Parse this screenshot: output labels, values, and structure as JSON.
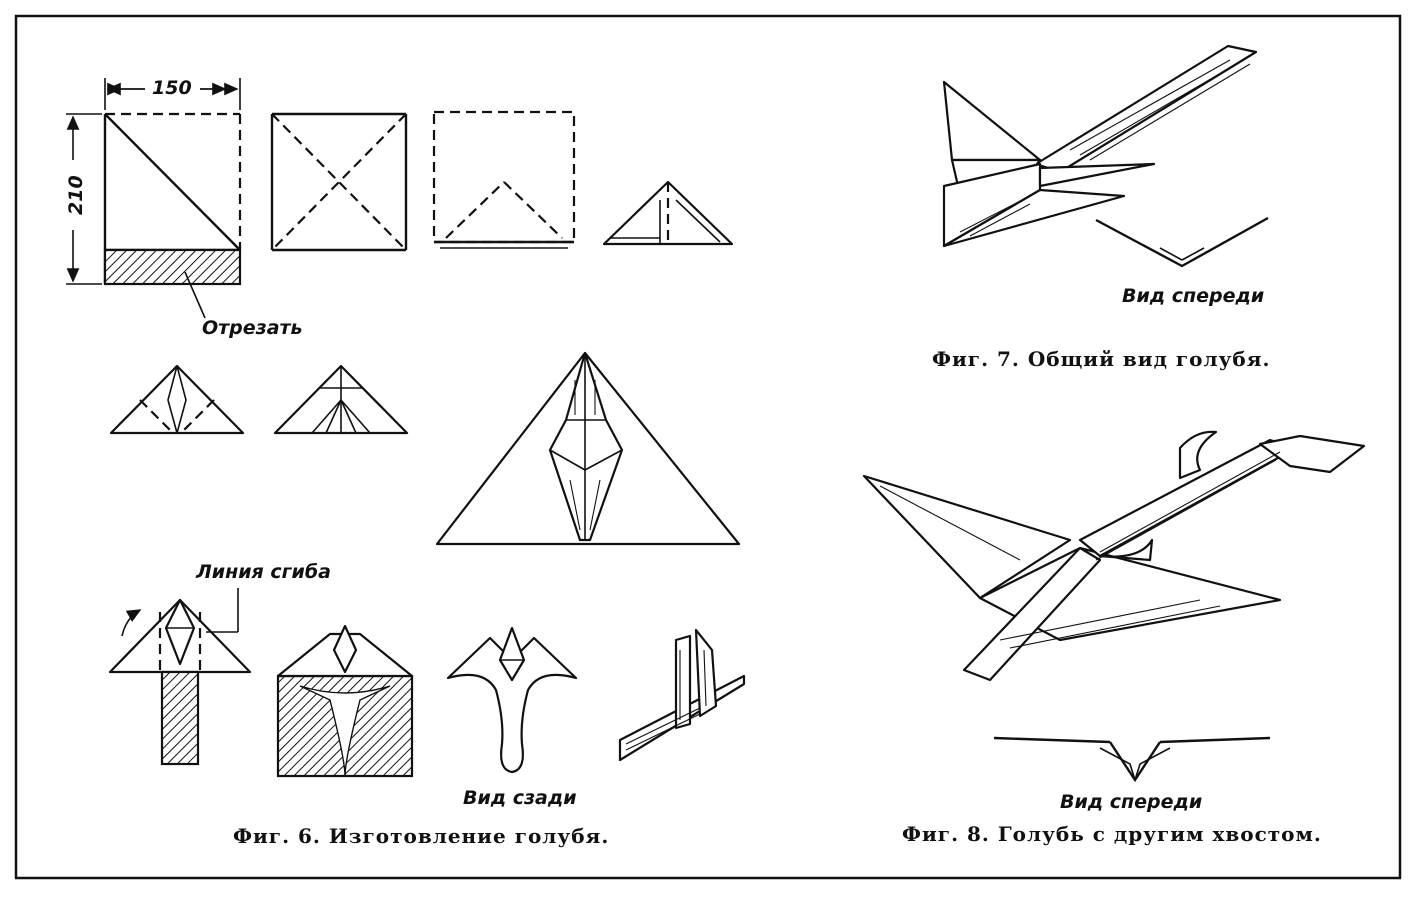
{
  "labels": {
    "dim_width": "150",
    "dim_height": "210",
    "cut": "Отрезать",
    "fold_line": "Линия сгиба",
    "rear_view": "Вид сзади",
    "front_view_7": "Вид спереди",
    "front_view_8": "Вид спереди"
  },
  "captions": {
    "fig6": "Фиг. 6. Изготовление голубя.",
    "fig7": "Фиг. 7. Общий вид голубя.",
    "fig8": "Фиг. 8. Голубь с другим хвостом."
  }
}
